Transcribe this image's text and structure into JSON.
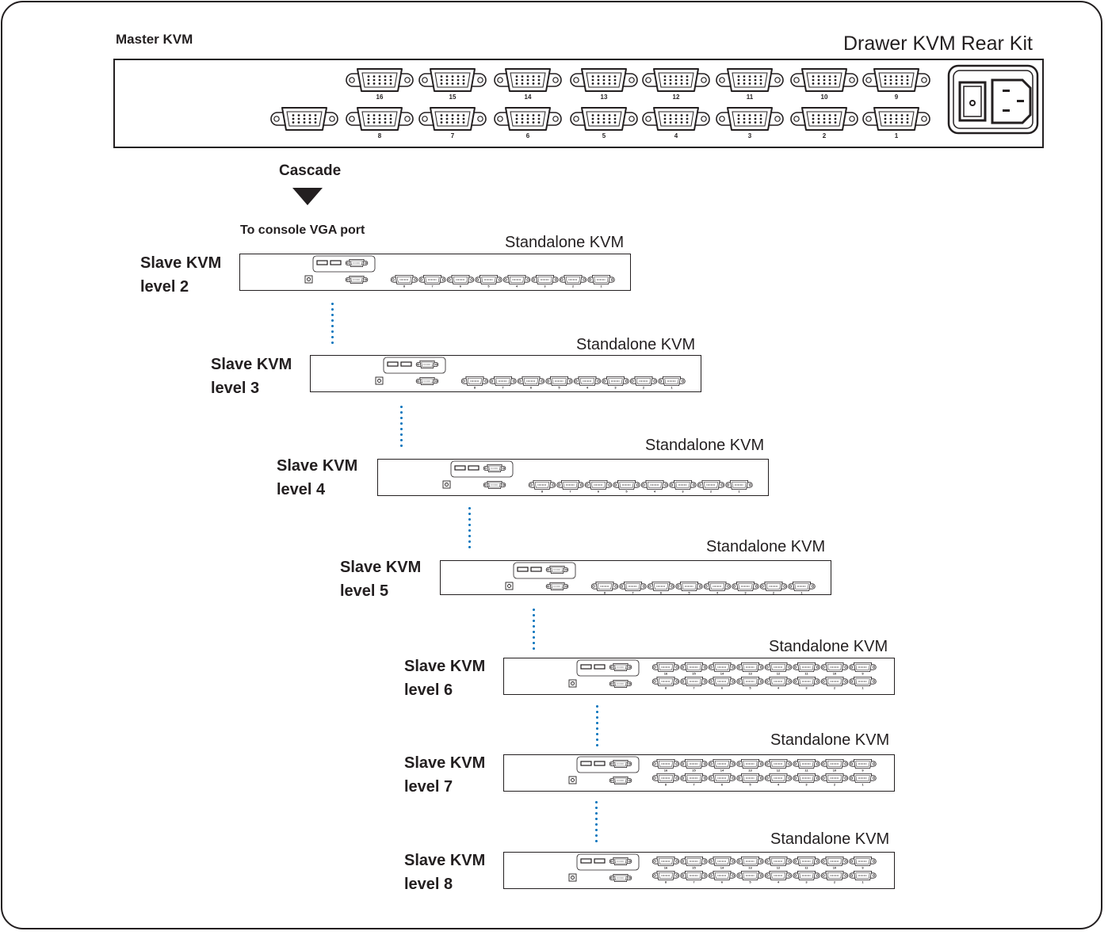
{
  "master": {
    "label": "Master KVM",
    "kit_title": "Drawer KVM Rear Kit",
    "top_row_ports": [
      "16",
      "15",
      "14",
      "13",
      "12",
      "11",
      "10",
      "9"
    ],
    "bottom_row_ports": [
      "8",
      "7",
      "6",
      "5",
      "4",
      "3",
      "2",
      "1"
    ]
  },
  "cascade": {
    "label": "Cascade",
    "console_label": "To console VGA port"
  },
  "slaves": [
    {
      "name": "Slave KVM",
      "level": "level 2",
      "unit_title": "Standalone KVM",
      "ports": 8
    },
    {
      "name": "Slave KVM",
      "level": "level 3",
      "unit_title": "Standalone KVM",
      "ports": 8
    },
    {
      "name": "Slave KVM",
      "level": "level 4",
      "unit_title": "Standalone KVM",
      "ports": 8
    },
    {
      "name": "Slave KVM",
      "level": "level 5",
      "unit_title": "Standalone KVM",
      "ports": 8
    },
    {
      "name": "Slave KVM",
      "level": "level 6",
      "unit_title": "Standalone KVM",
      "ports": 16
    },
    {
      "name": "Slave KVM",
      "level": "level 7",
      "unit_title": "Standalone KVM",
      "ports": 16
    },
    {
      "name": "Slave KVM",
      "level": "level 8",
      "unit_title": "Standalone KVM",
      "ports": 16
    }
  ],
  "colors": {
    "line": "#231f20",
    "connector_dots": "#0072bc"
  }
}
